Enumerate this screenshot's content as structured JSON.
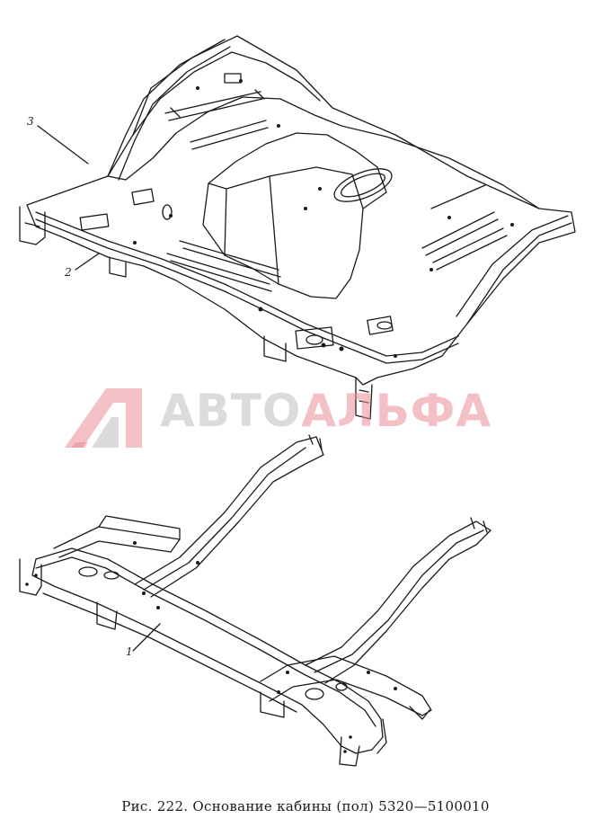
{
  "caption": "Рис. 222. Основание кабины (пол) 5320—5100010",
  "callouts": [
    {
      "id": "callout-3",
      "label": "3"
    },
    {
      "id": "callout-2",
      "label": "2"
    },
    {
      "id": "callout-1",
      "label": "1"
    }
  ],
  "watermark": {
    "part1": "АВТО",
    "part2": "АЛЬФА"
  },
  "colors": {
    "line": "#1a1a1a",
    "watermark_gray": "#bdbdbd",
    "watermark_pink": "#e88c96"
  }
}
